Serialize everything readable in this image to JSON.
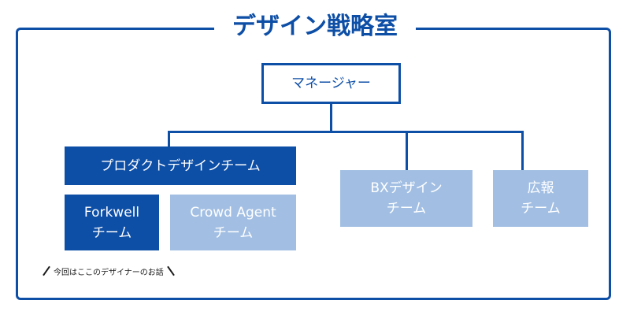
{
  "title": "デザイン戦略室",
  "nodes": {
    "manager": "マネージャー",
    "product_design_team": "プロダクトデザインチーム",
    "forkwell_team": {
      "line1": "Forkwell",
      "line2": "チーム"
    },
    "crowd_agent_team": {
      "line1": "Crowd Agent",
      "line2": "チーム"
    },
    "bx_design_team": {
      "line1": "BXデザイン",
      "line2": "チーム"
    },
    "pr_team": {
      "line1": "広報",
      "line2": "チーム"
    }
  },
  "note": "今回はここのデザイナーのお話",
  "colors": {
    "primary": "#0d4ea6",
    "light": "#a2bfe3",
    "text": "#1a1a1a"
  }
}
